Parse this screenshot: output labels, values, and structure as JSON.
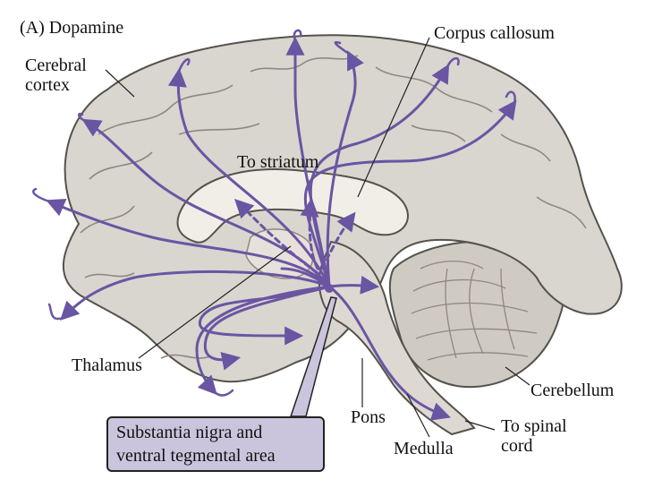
{
  "figure_label": "(A) Dopamine",
  "labels": {
    "cerebral_cortex_line1": "Cerebral",
    "cerebral_cortex_line2": "cortex",
    "corpus_callosum": "Corpus callosum",
    "to_striatum": "To striatum",
    "thalamus": "Thalamus",
    "pons": "Pons",
    "medulla": "Medulla",
    "cerebellum": "Cerebellum",
    "to_spinal_cord_line1": "To spinal",
    "to_spinal_cord_line2": "cord"
  },
  "source_box": {
    "line1": "Substantia nigra and",
    "line2": "ventral tegmental area"
  },
  "colors": {
    "pathway": "#6a55a3",
    "brain_fill": "#d9d6cf",
    "brain_outline": "#55524c",
    "callosum_fill": "#f1eee7",
    "box_fill": "#cbc4dd"
  }
}
